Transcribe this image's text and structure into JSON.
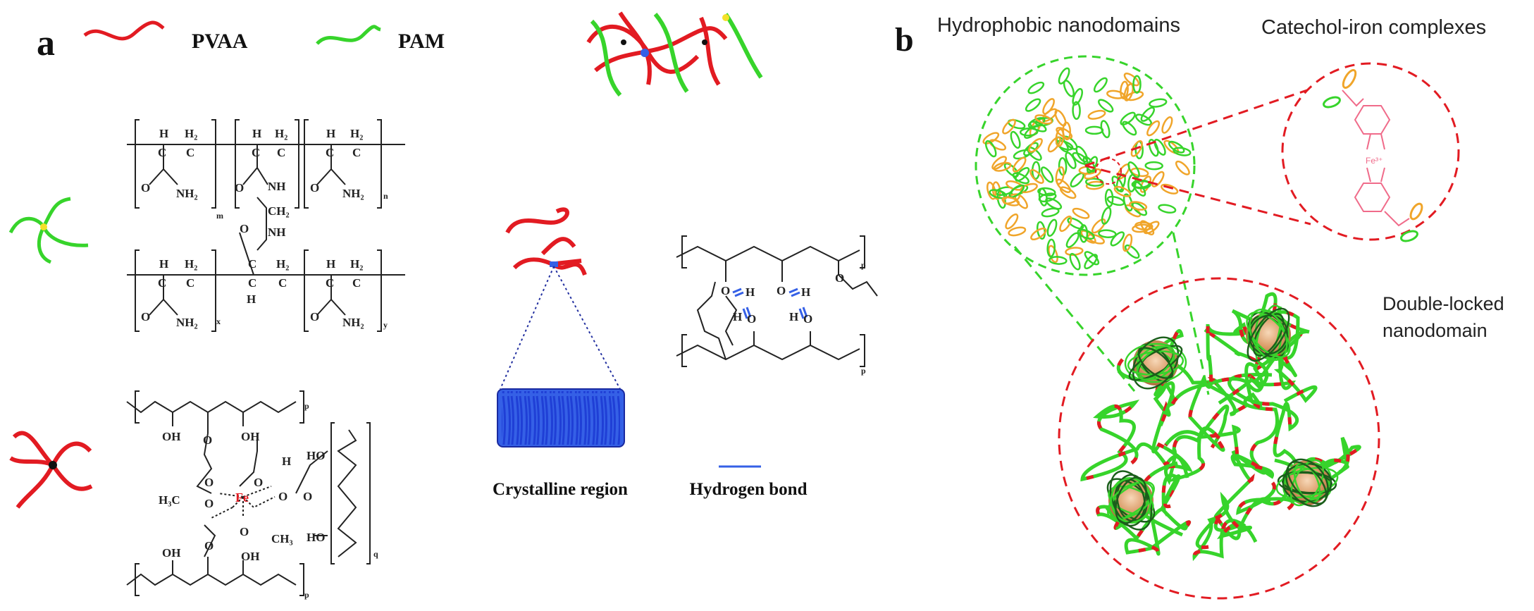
{
  "panel_a": {
    "letter": "a",
    "legend": [
      {
        "label": "PVAA",
        "color": "#e21b22"
      },
      {
        "label": "PAM",
        "color": "#37d42b"
      }
    ],
    "crystalline_label": "Crystalline region",
    "hbond_label": "Hydrogen bond",
    "pam_chem": {
      "h": "H",
      "h2": "H₂",
      "c": "C",
      "o": "O",
      "nh2": "NH₂",
      "nh": "NH",
      "ch2": "CH₂",
      "sub_m": "m",
      "sub_n": "n",
      "sub_x": "x",
      "sub_y": "y"
    },
    "pva_chem": {
      "oh": "OH",
      "o": "O",
      "h": "H",
      "h3c": "H₃C",
      "ch3": "CH₃",
      "fe": "Fe",
      "ho": "HO",
      "sub_p": "p",
      "sub_q": "q"
    }
  },
  "panel_b": {
    "letter": "b",
    "label_hydrophobic": "Hydrophobic nanodomains",
    "label_catechol": "Catechol-iron complexes",
    "label_double_1": "Double-locked",
    "label_double_2": "nanodomain",
    "fe_label": "Fe³⁺",
    "colors": {
      "pam": "#37d42b",
      "orange": "#f0a52a",
      "dash_red": "#e21b22",
      "dash_green": "#37d42b",
      "catechol": "#f06b8a"
    }
  }
}
